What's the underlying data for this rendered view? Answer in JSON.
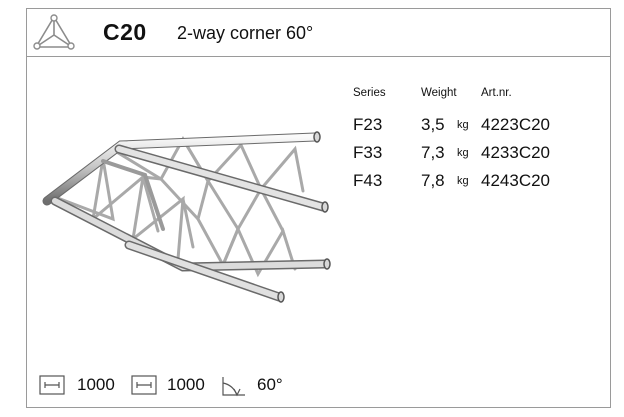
{
  "product": {
    "code": "C20",
    "title": "2-way corner 60°"
  },
  "icons": {
    "logo": "triangle-truss-logo-icon",
    "length": "length-dimension-icon",
    "angle": "angle-corner-icon"
  },
  "table": {
    "headers": [
      "Series",
      "Weight",
      "Art.nr."
    ],
    "weight_unit": "kg",
    "rows": [
      {
        "series": "F23",
        "weight": "3,5",
        "art_nr": "4223C20"
      },
      {
        "series": "F33",
        "weight": "7,3",
        "art_nr": "4233C20"
      },
      {
        "series": "F43",
        "weight": "7,8",
        "art_nr": "4243C20"
      }
    ]
  },
  "dimensions": {
    "length_1": "1000",
    "length_2": "1000",
    "angle": "60°"
  },
  "colors": {
    "border": "#9a9a9a",
    "truss_light": "#e6e6e6",
    "truss_mid": "#b9b9b9",
    "truss_dark": "#6f6f6f"
  }
}
